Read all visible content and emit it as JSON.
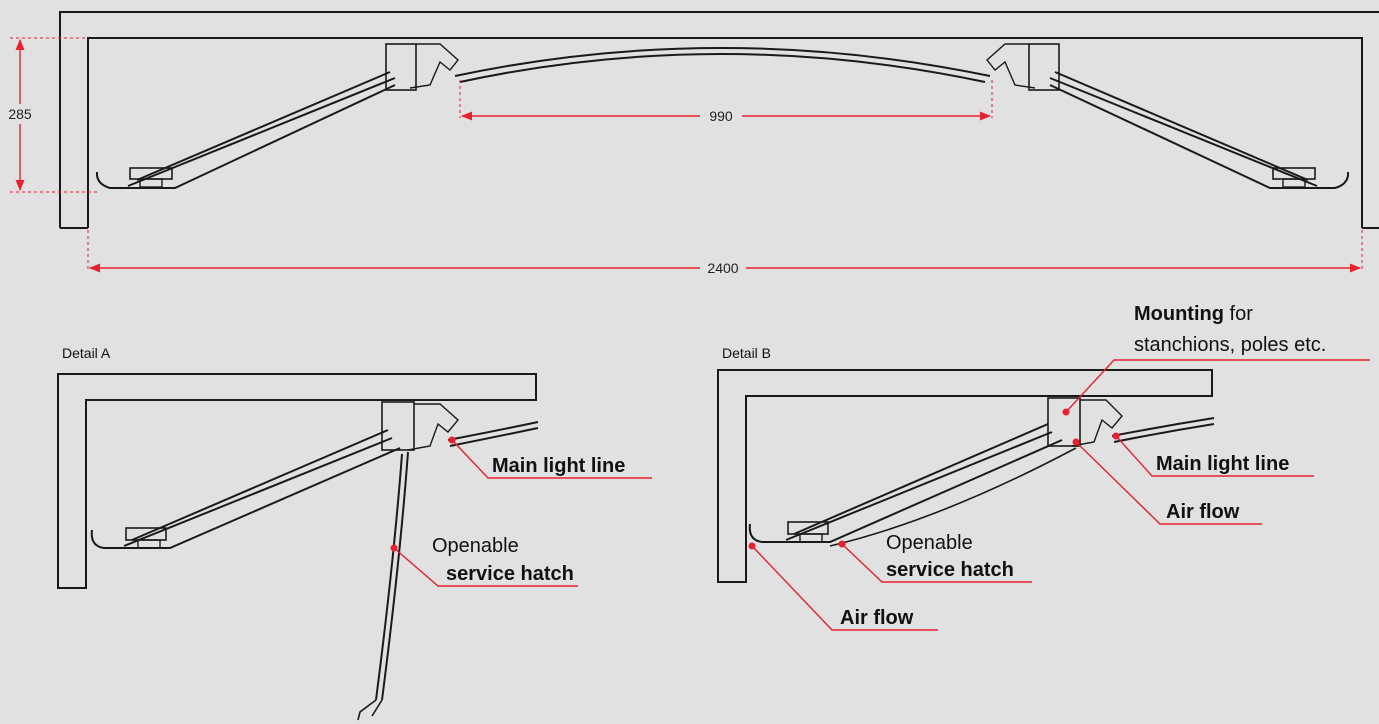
{
  "dimensions": {
    "height": "285",
    "opening": "990",
    "width": "2400"
  },
  "details": [
    {
      "title": "Detail A",
      "labels": {
        "main_light_line": "Main light line",
        "openable": "Openable",
        "service_hatch": "service hatch"
      }
    },
    {
      "title": "Detail B",
      "labels": {
        "mounting_bold": "Mounting",
        "mounting_rest": " for",
        "mounting_line2": "stanchions, poles etc.",
        "main_light_line": "Main light line",
        "air_flow_1": "Air flow",
        "openable": "Openable",
        "service_hatch": "service hatch",
        "air_flow_2": "Air flow"
      }
    }
  ],
  "colors": {
    "dimension": "#e8212e",
    "line": "#1a1a1a",
    "background": "#e1e1e1"
  }
}
